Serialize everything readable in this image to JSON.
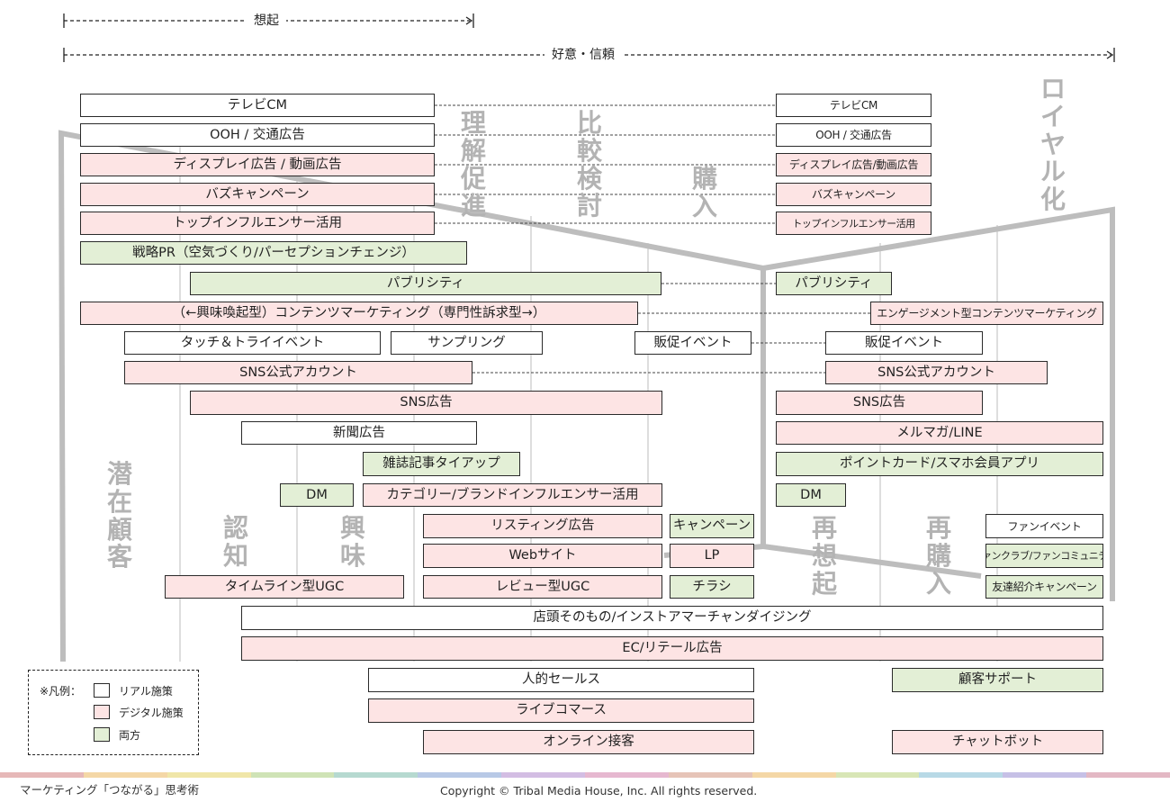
{
  "header": {
    "recall_label": "想起",
    "favorability_label": "好意・信頼"
  },
  "stages": {
    "latent": "潜在顧客",
    "awareness": "認知",
    "interest": "興味",
    "understanding": "理解促進",
    "comparison": "比較検討",
    "purchase": "購入",
    "recall": "再想起",
    "repurchase": "再購入",
    "loyalty": "ロイヤル化"
  },
  "left_measures": {
    "tv_cm": "テレビCM",
    "ooh": "OOH / 交通広告",
    "display": "ディスプレイ広告 / 動画広告",
    "buzz": "バズキャンペーン",
    "influencer": "トップインフルエンサー活用",
    "strategic_pr": "戦略PR（空気づくり/パーセプションチェンジ）",
    "publicity": "パブリシティ",
    "content_marketing": "（←興味喚起型）コンテンツマーケティング（専門性訴求型→）",
    "touch_try": "タッチ＆トライイベント",
    "sampling": "サンプリング",
    "promo_event": "販促イベント",
    "sns_account": "SNS公式アカウント",
    "sns_ads": "SNS広告",
    "newspaper": "新聞広告",
    "magazine_tieup": "雑誌記事タイアップ",
    "dm": "DM",
    "category_influencer": "カテゴリー/ブランドインフルエンサー活用",
    "listing_ads": "リスティング広告",
    "campaign": "キャンペーン",
    "website": "Webサイト",
    "lp": "LP",
    "timeline_ugc": "タイムライン型UGC",
    "review_ugc": "レビュー型UGC",
    "flyer": "チラシ",
    "store": "店頭そのもの/インストアマーチャンダイジング",
    "ec_retail": "EC/リテール広告",
    "personal_sales": "人的セールス",
    "live_commerce": "ライブコマース",
    "online_service": "オンライン接客"
  },
  "right_measures": {
    "tv_cm": "テレビCM",
    "ooh": "OOH / 交通広告",
    "display": "ディスプレイ広告/動画広告",
    "buzz": "バズキャンペーン",
    "influencer": "トップインフルエンサー活用",
    "publicity": "パブリシティ",
    "engagement_content": "エンゲージメント型コンテンツマーケティング",
    "promo_event": "販促イベント",
    "sns_account": "SNS公式アカウント",
    "sns_ads": "SNS広告",
    "newsletter": "メルマガ/LINE",
    "point_card": "ポイントカード/スマホ会員アプリ",
    "dm": "DM",
    "fan_event": "ファンイベント",
    "fan_club": "ファンクラブ/ファンコミュニティ",
    "referral": "友達紹介キャンペーン",
    "customer_support": "顧客サポート",
    "chatbot": "チャットボット"
  },
  "legend": {
    "title": "※凡例：",
    "real": "リアル施策",
    "digital": "デジタル施策",
    "both": "両方"
  },
  "colors": {
    "real": "#ffffff",
    "digital": "#fde4e4",
    "both": "#e3efd6",
    "funnel_line": "#bdbdbd"
  },
  "footer": {
    "left": "マーケティング「つながる」思考術",
    "right": "Copyright © Tribal Media House, Inc. All rights reserved."
  }
}
